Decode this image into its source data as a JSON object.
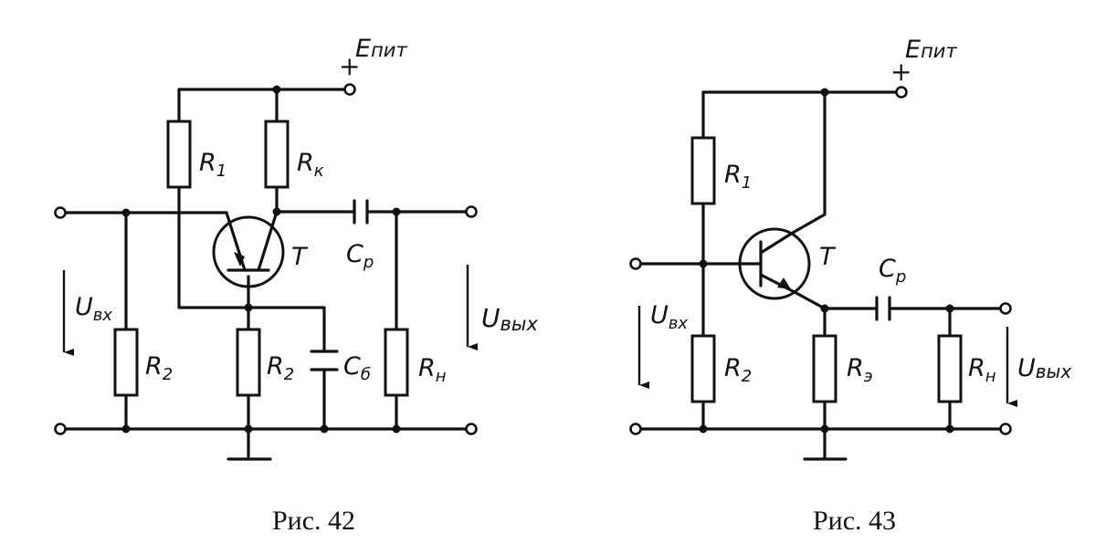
{
  "fig42": {
    "caption": "Рис. 42",
    "supply": "E",
    "supply_sub": "пит",
    "plus": "+",
    "r1": "R",
    "r1_sub": "1",
    "rk": "R",
    "rk_sub": "к",
    "cp": "C",
    "cp_sub": "р",
    "t": "T",
    "uin": "U",
    "uin_sub": "вх",
    "uout": "U",
    "uout_sub": "вых",
    "r2a": "R",
    "r2a_sub": "2",
    "r2b": "R",
    "r2b_sub": "2",
    "cb": "C",
    "cb_sub": "б",
    "rn": "R",
    "rn_sub": "н"
  },
  "fig43": {
    "caption": "Рис. 43",
    "supply": "E",
    "supply_sub": "пит",
    "plus": "+",
    "r1": "R",
    "r1_sub": "1",
    "t": "T",
    "cp": "C",
    "cp_sub": "р",
    "uin": "U",
    "uin_sub": "вх",
    "r2": "R",
    "r2_sub": "2",
    "re": "R",
    "re_sub": "э",
    "rn": "R",
    "rn_sub": "н",
    "uout": "U",
    "uout_sub": "вых"
  }
}
